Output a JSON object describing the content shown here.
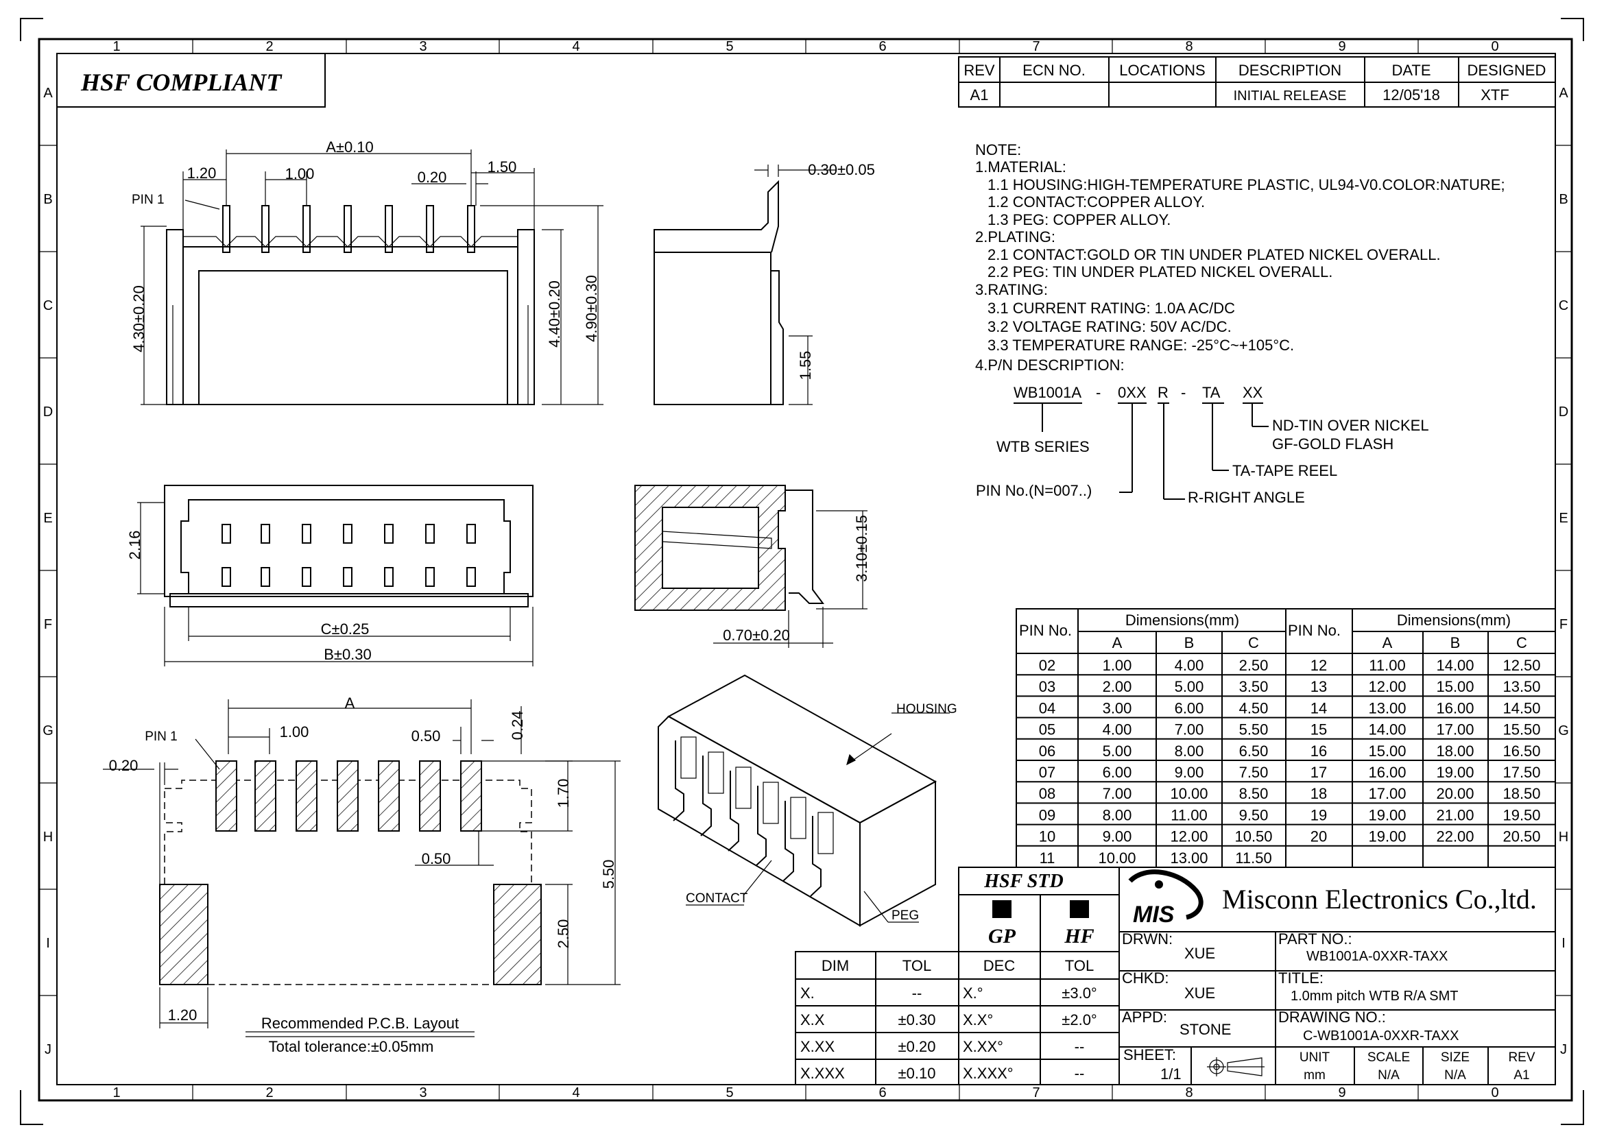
{
  "frame": {
    "columns": [
      "1",
      "2",
      "3",
      "4",
      "5",
      "6",
      "7",
      "8",
      "9",
      "0"
    ],
    "rows": [
      "A",
      "B",
      "C",
      "D",
      "E",
      "F",
      "G",
      "H",
      "I",
      "J"
    ]
  },
  "hsf_compliant": "HSF COMPLIANT",
  "revision_table": {
    "headers": [
      "REV",
      "ECN NO.",
      "LOCATIONS",
      "DESCRIPTION",
      "DATE",
      "DESIGNED"
    ],
    "rows": [
      [
        "A1",
        "",
        "",
        "INITIAL RELEASE",
        "12/05'18",
        "XTF"
      ]
    ]
  },
  "notes": {
    "lines": [
      "NOTE:",
      "1.MATERIAL:",
      "1.1  HOUSING:HIGH-TEMPERATURE PLASTIC, UL94-V0.COLOR:NATURE;",
      "1.2  CONTACT:COPPER ALLOY.",
      "1.3  PEG: COPPER ALLOY.",
      "2.PLATING:",
      "2.1  CONTACT:GOLD OR TIN UNDER PLATED NICKEL OVERALL.",
      "2.2  PEG: TIN UNDER PLATED NICKEL OVERALL.",
      "3.RATING:",
      "3.1  CURRENT RATING: 1.0A AC/DC",
      "3.2  VOLTAGE RATING: 50V AC/DC.",
      "3.3  TEMPERATURE RANGE: -25°C~+105°C.",
      "4.P/N DESCRIPTION:"
    ],
    "pn": {
      "series": "WB1001A",
      "dash1": "-",
      "pins": "0XX",
      "angle": "R",
      "dash2": "-",
      "packing": "TA",
      "plating": "XX",
      "plating_desc_1": "ND-TIN OVER NICKEL",
      "plating_desc_2": "GF-GOLD FLASH",
      "packing_desc": "TA-TAPE REEL",
      "series_desc": "WTB SERIES",
      "pins_desc": "PIN No.(N=007..)",
      "angle_desc": "R-RIGHT ANGLE"
    }
  },
  "dim_table": {
    "pin_header": "PIN No.",
    "dim_header": "Dimensions(mm)",
    "sub_headers": [
      "A",
      "B",
      "C"
    ],
    "left": [
      [
        "02",
        "1.00",
        "4.00",
        "2.50"
      ],
      [
        "03",
        "2.00",
        "5.00",
        "3.50"
      ],
      [
        "04",
        "3.00",
        "6.00",
        "4.50"
      ],
      [
        "05",
        "4.00",
        "7.00",
        "5.50"
      ],
      [
        "06",
        "5.00",
        "8.00",
        "6.50"
      ],
      [
        "07",
        "6.00",
        "9.00",
        "7.50"
      ],
      [
        "08",
        "7.00",
        "10.00",
        "8.50"
      ],
      [
        "09",
        "8.00",
        "11.00",
        "9.50"
      ],
      [
        "10",
        "9.00",
        "12.00",
        "10.50"
      ],
      [
        "11",
        "10.00",
        "13.00",
        "11.50"
      ]
    ],
    "right": [
      [
        "12",
        "11.00",
        "14.00",
        "12.50"
      ],
      [
        "13",
        "12.00",
        "15.00",
        "13.50"
      ],
      [
        "14",
        "13.00",
        "16.00",
        "14.50"
      ],
      [
        "15",
        "14.00",
        "17.00",
        "15.50"
      ],
      [
        "16",
        "15.00",
        "18.00",
        "16.50"
      ],
      [
        "17",
        "16.00",
        "19.00",
        "17.50"
      ],
      [
        "18",
        "17.00",
        "20.00",
        "18.50"
      ],
      [
        "19",
        "19.00",
        "21.00",
        "19.50"
      ],
      [
        "20",
        "19.00",
        "22.00",
        "20.50"
      ],
      [
        "",
        "",
        "",
        ""
      ]
    ]
  },
  "views": {
    "front": {
      "a": "A±0.10",
      "d1": "1.20",
      "d2": "1.00",
      "d3": "0.20",
      "d4": "1.50",
      "pin1": "PIN 1",
      "h1": "4.30±0.20",
      "h2": "4.40±0.20",
      "h3": "4.90±0.30"
    },
    "side": {
      "t": "0.30±0.05",
      "h": "1.55"
    },
    "top": {
      "h": "2.16",
      "c": "C±0.25",
      "b": "B±0.30"
    },
    "section": {
      "h": "3.10±0.15",
      "w": "0.70±0.20"
    },
    "pcb": {
      "a": "A",
      "pin1": "PIN 1",
      "pitch": "1.00",
      "d050a": "0.50",
      "d024": "0.24",
      "d020": "0.20",
      "d170": "1.70",
      "d050b": "0.50",
      "d550": "5.50",
      "d250": "2.50",
      "d120": "1.20",
      "caption": "Recommended P.C.B. Layout",
      "tolerance": "Total tolerance:±0.05mm"
    },
    "iso": {
      "housing": "HOUSING",
      "contact": "CONTACT",
      "peg": "PEG"
    }
  },
  "hsf_std": {
    "title": "HSF STD",
    "gp": "GP",
    "hf": "HF"
  },
  "tolerances": {
    "headers": [
      "DIM",
      "TOL",
      "DEC",
      "TOL"
    ],
    "rows": [
      [
        "X.",
        "--",
        "X.°",
        "±3.0°"
      ],
      [
        "X.X",
        "±0.30",
        "X.X°",
        "±2.0°"
      ],
      [
        "X.XX",
        "±0.20",
        "X.XX°",
        "--"
      ],
      [
        "X.XXX",
        "±0.10",
        "X.XXX°",
        "--"
      ]
    ]
  },
  "title_block": {
    "logo_text": "MIS",
    "company": "Misconn Electronics Co.,ltd.",
    "drwn_label": "DRWN:",
    "drwn": "XUE",
    "chkd_label": "CHKD:",
    "chkd": "XUE",
    "appd_label": "APPD:",
    "appd": "STONE",
    "part_label": "PART NO.:",
    "part": "WB1001A-0XXR-TAXX",
    "title_label": "TITLE:",
    "title": "1.0mm pitch WTB R/A SMT",
    "drawing_label": "DRAWING NO.:",
    "drawing": "C-WB1001A-0XXR-TAXX",
    "sheet_label": "SHEET:",
    "sheet": "1/1",
    "unit_label": "UNIT",
    "unit": "mm",
    "scale_label": "SCALE",
    "scale": "N/A",
    "size_label": "SIZE",
    "size": "N/A",
    "rev_label": "REV",
    "rev": "A1"
  }
}
